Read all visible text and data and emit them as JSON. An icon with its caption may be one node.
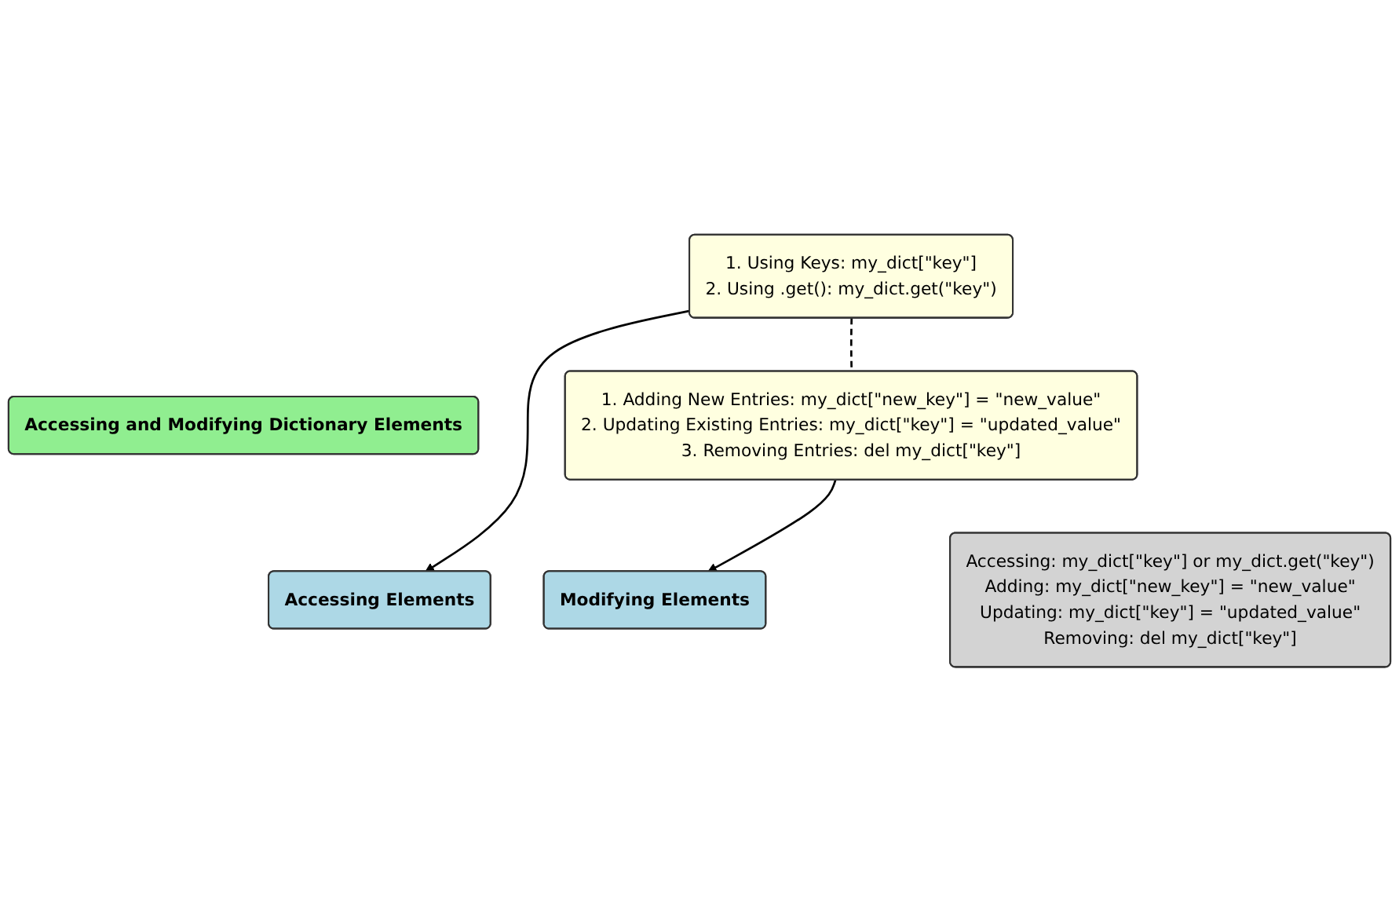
{
  "diagram": {
    "nodes": [
      {
        "text": [
          "Accessing and Modifying Dictionary Elements"
        ]
      },
      {
        "text": [
          "Accessing Elements"
        ]
      },
      {
        "text": [
          "Modifying Elements"
        ]
      },
      {
        "text": [
          "1. Using Keys: my_dict[\"key\"]",
          "2. Using .get(): my_dict.get(\"key\")"
        ]
      },
      {
        "text": [
          "1. Adding New Entries: my_dict[\"new_key\"] = \"new_value\"",
          "2. Updating Existing Entries: my_dict[\"key\"] = \"updated_value\"",
          "3. Removing Entries: del my_dict[\"key\"]"
        ]
      },
      {
        "text": [
          "Accessing: my_dict[\"key\"] or my_dict.get(\"key\")",
          "Adding: my_dict[\"new_key\"] = \"new_value\"",
          "Updating: my_dict[\"key\"] = \"updated_value\"",
          "Removing: del my_dict[\"key\"]"
        ]
      }
    ],
    "edges": [
      {
        "from": 3,
        "to": 1,
        "arrow": "to"
      },
      {
        "from": 4,
        "to": 2,
        "arrow": "to"
      },
      {
        "from": 3,
        "to": 4,
        "arrow": "none",
        "style": "dashed"
      }
    ]
  }
}
